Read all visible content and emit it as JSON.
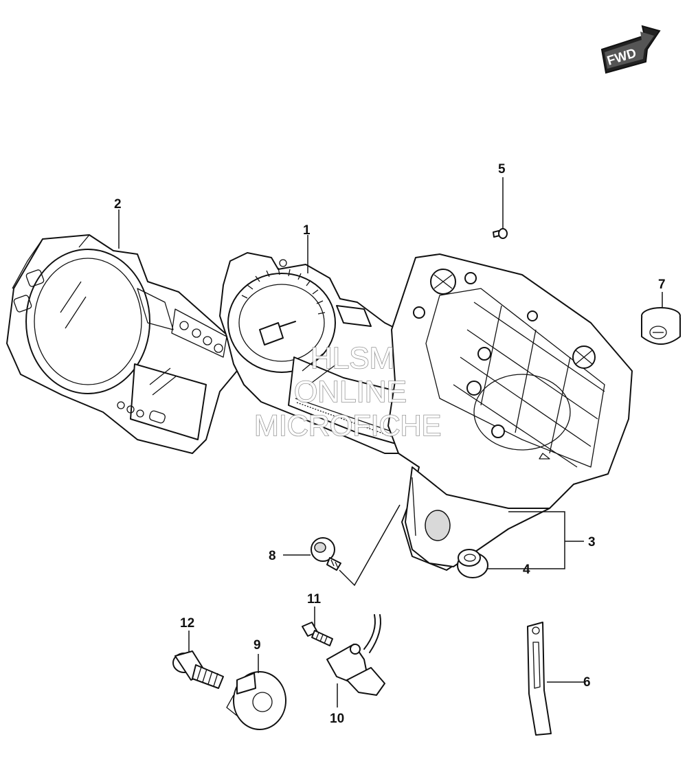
{
  "badge": {
    "label": "FWD"
  },
  "callouts": [
    "1",
    "2",
    "3",
    "4",
    "5",
    "6",
    "7",
    "8",
    "9",
    "10",
    "11",
    "12"
  ],
  "watermark": {
    "line1": "HLSM",
    "line2": "ONLINE",
    "line3": "MICROFICHE"
  }
}
